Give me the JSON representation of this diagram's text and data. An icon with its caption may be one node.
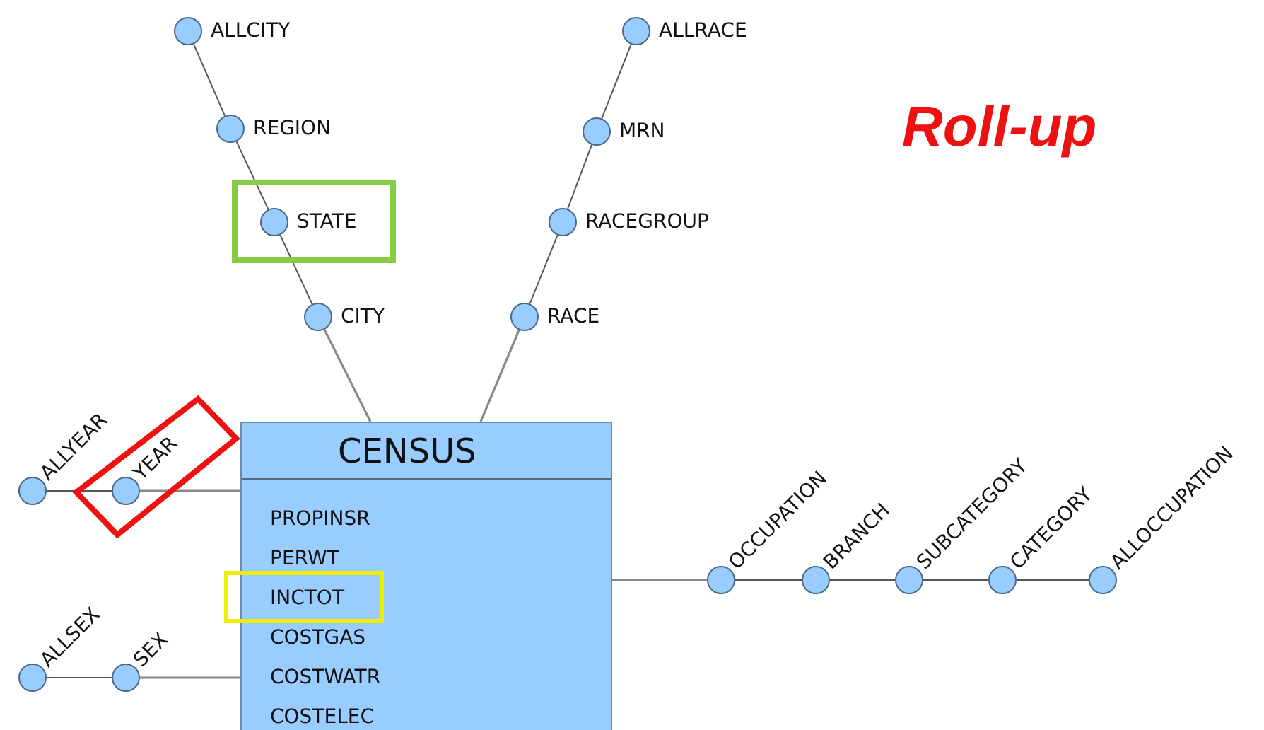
{
  "diagram": {
    "title": "Roll-up",
    "nodes": [
      {
        "text": [
          "CENSUS",
          "PROPINSR",
          "PERWT",
          "INCTOT",
          "COSTGAS",
          "COSTWATR",
          "COSTELEC"
        ]
      },
      {
        "text": [],
        "shape": "circle",
        "beside": [
          "ALLCITY"
        ]
      },
      {
        "text": [],
        "shape": "circle",
        "beside": [
          "REGION"
        ]
      },
      {
        "text": [],
        "shape": "circle",
        "beside": [
          "STATE"
        ]
      },
      {
        "text": [],
        "shape": "circle",
        "beside": [
          "CITY"
        ]
      },
      {
        "text": [],
        "shape": "circle",
        "beside": [
          "ALLRACE"
        ]
      },
      {
        "text": [],
        "shape": "circle",
        "beside": [
          "MRN"
        ]
      },
      {
        "text": [],
        "shape": "circle",
        "beside": [
          "RACEGROUP"
        ]
      },
      {
        "text": [],
        "shape": "circle",
        "beside": [
          "RACE"
        ]
      },
      {
        "text": [],
        "shape": "circle",
        "beside": [
          "ALLYEAR"
        ]
      },
      {
        "text": [],
        "shape": "circle",
        "beside": [
          "YEAR"
        ]
      },
      {
        "text": [],
        "shape": "circle",
        "beside": [
          "ALLSEX"
        ]
      },
      {
        "text": [],
        "shape": "circle",
        "beside": [
          "SEX"
        ]
      },
      {
        "text": [],
        "shape": "circle",
        "beside": [
          "OCCUPATION"
        ]
      },
      {
        "text": [],
        "shape": "circle",
        "beside": [
          "BRANCH"
        ]
      },
      {
        "text": [],
        "shape": "circle",
        "beside": [
          "SUBCATEGORY"
        ]
      },
      {
        "text": [],
        "shape": "circle",
        "beside": [
          "CATEGORY"
        ]
      },
      {
        "text": [],
        "shape": "circle",
        "beside": [
          "ALLOCCUPATION"
        ]
      }
    ],
    "edges": [
      {
        "from": 0,
        "to": 4,
        "arrow": "none"
      },
      {
        "from": 4,
        "to": 3,
        "arrow": "none"
      },
      {
        "from": 3,
        "to": 2,
        "arrow": "none"
      },
      {
        "from": 2,
        "to": 1,
        "arrow": "none"
      },
      {
        "from": 0,
        "to": 8,
        "arrow": "none"
      },
      {
        "from": 8,
        "to": 7,
        "arrow": "none"
      },
      {
        "from": 7,
        "to": 6,
        "arrow": "none"
      },
      {
        "from": 6,
        "to": 5,
        "arrow": "none"
      },
      {
        "from": 0,
        "to": 10,
        "arrow": "none"
      },
      {
        "from": 10,
        "to": 9,
        "arrow": "none"
      },
      {
        "from": 0,
        "to": 12,
        "arrow": "none"
      },
      {
        "from": 12,
        "to": 11,
        "arrow": "none"
      },
      {
        "from": 0,
        "to": 13,
        "arrow": "none"
      },
      {
        "from": 13,
        "to": 14,
        "arrow": "none"
      },
      {
        "from": 14,
        "to": 15,
        "arrow": "none"
      },
      {
        "from": 15,
        "to": 16,
        "arrow": "none"
      },
      {
        "from": 16,
        "to": 17,
        "arrow": "none"
      }
    ]
  }
}
